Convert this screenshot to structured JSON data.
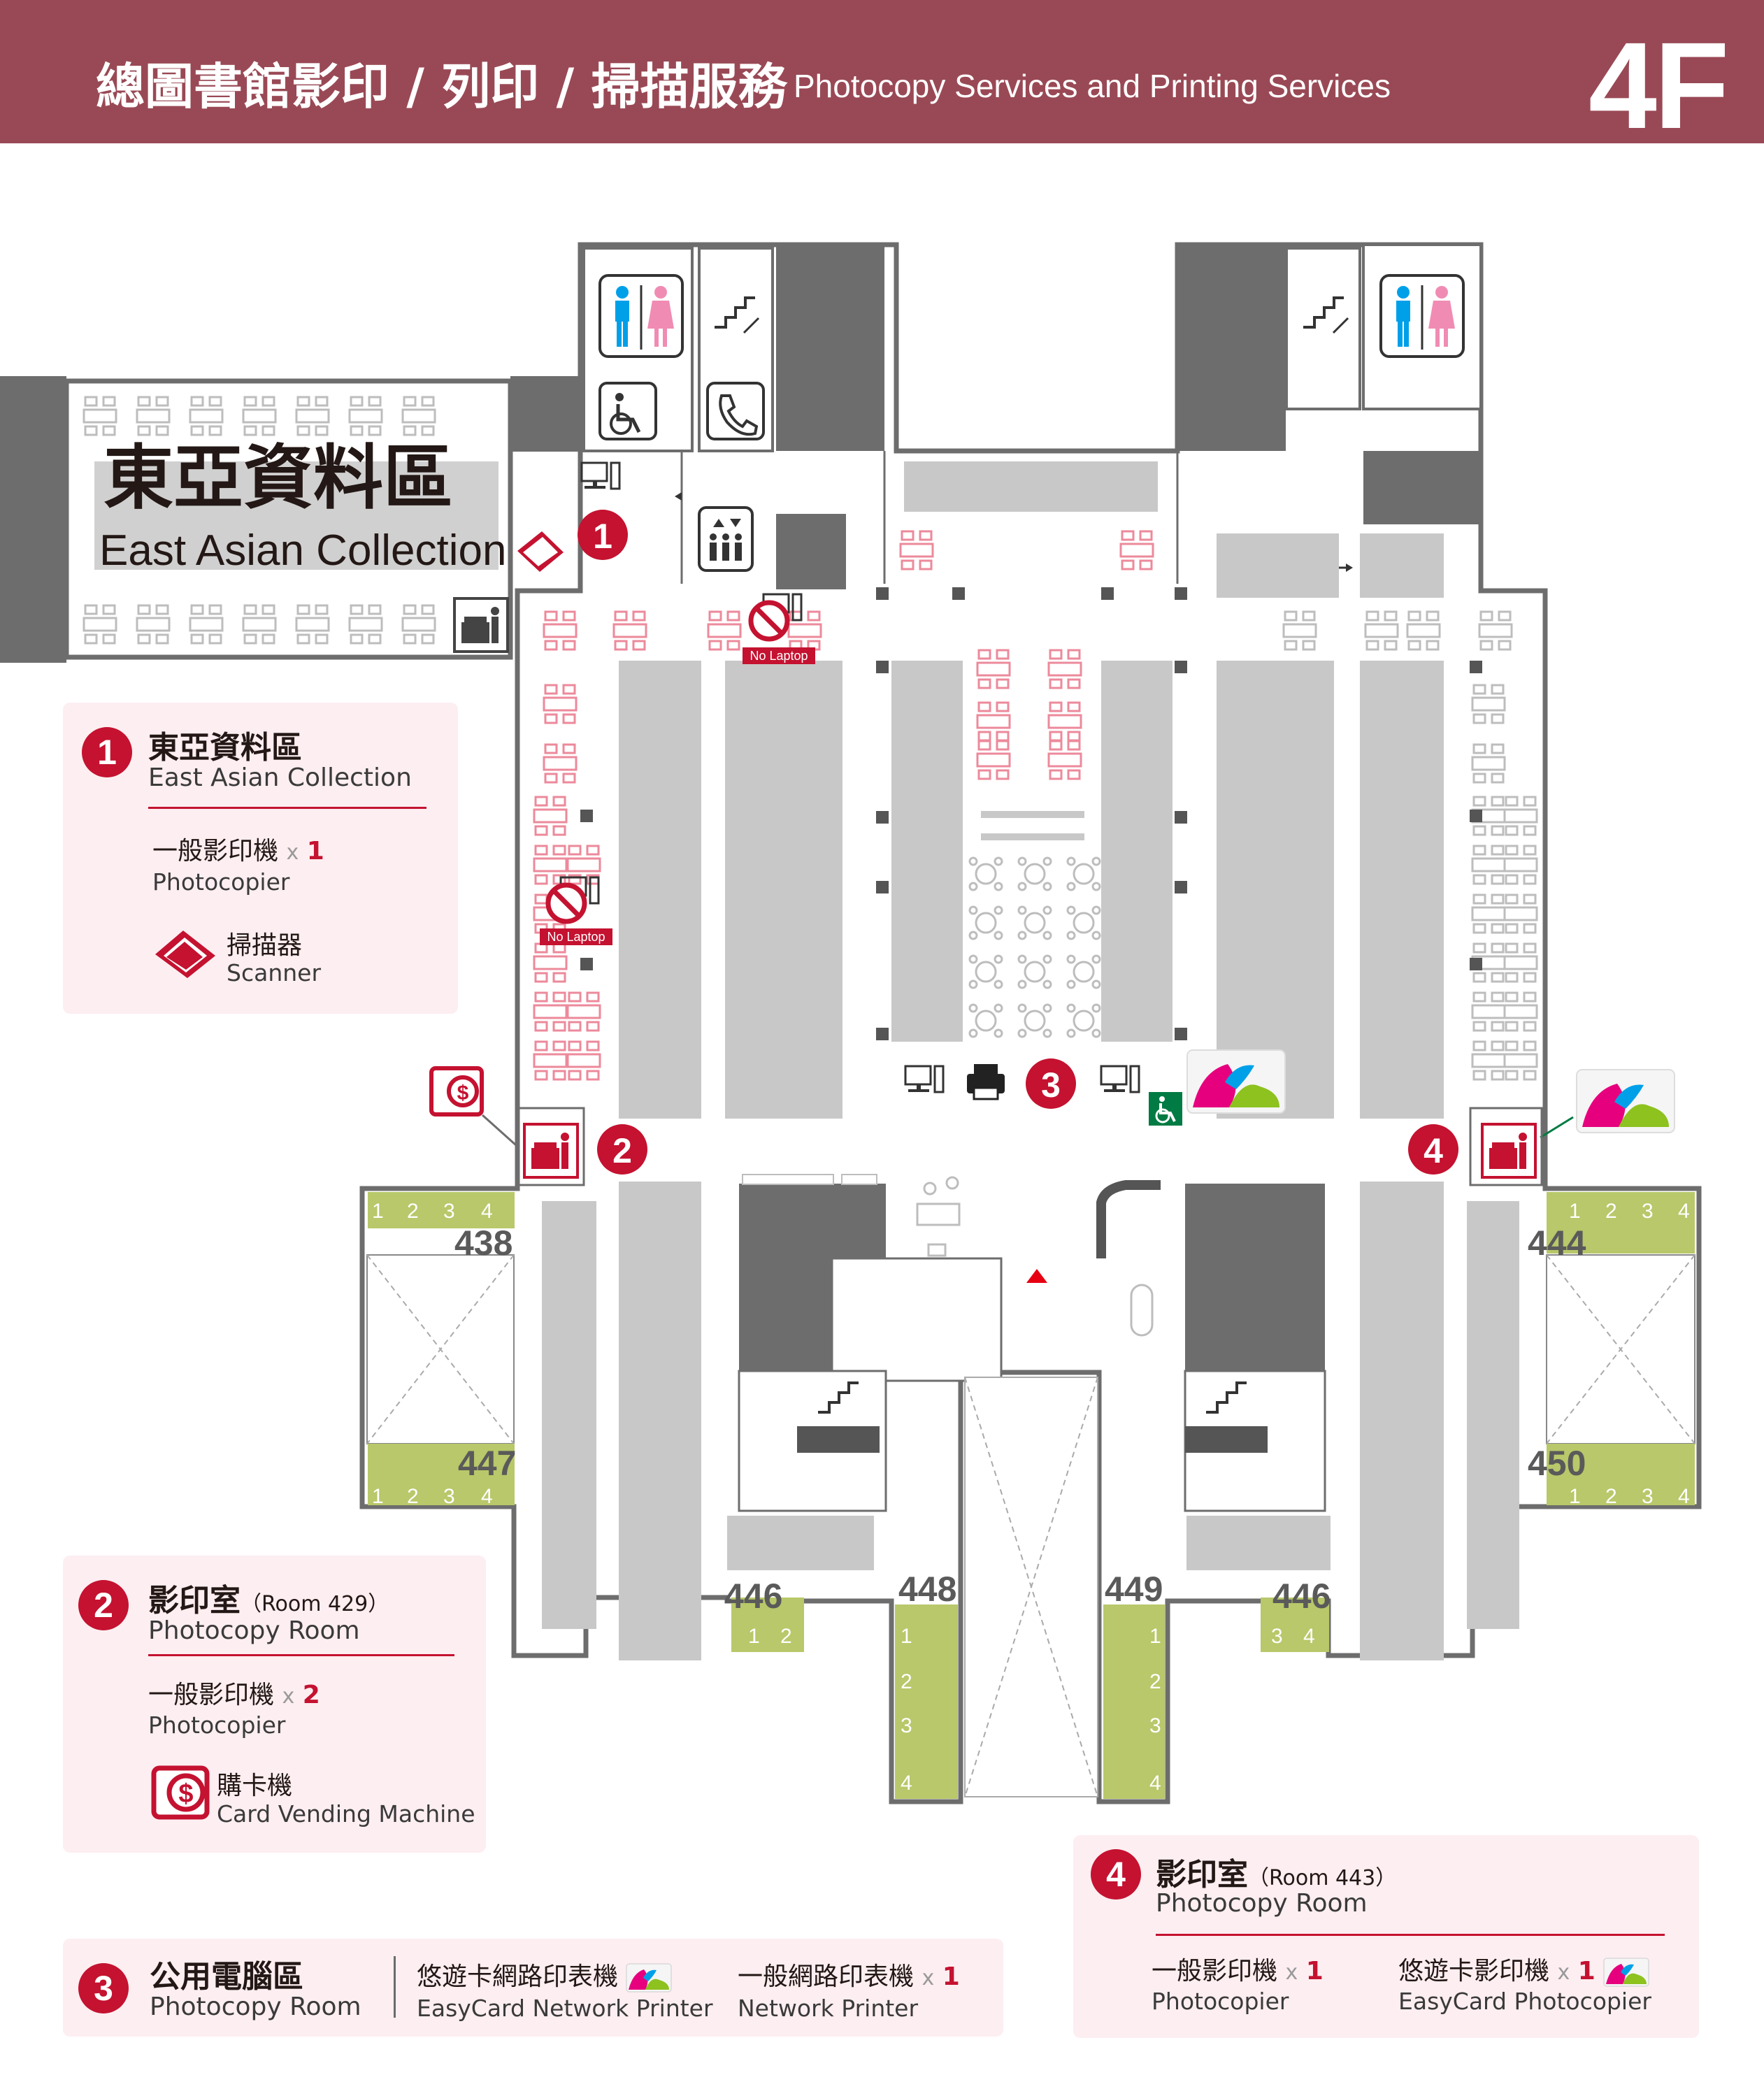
{
  "header": {
    "title": "總圖書館影印 / 列印 / 掃描服務",
    "subtitle": "Photocopy Services and Printing Services",
    "floor": "4F"
  },
  "colors": {
    "header_bg": "#994955",
    "accent_red": "#c41230",
    "panel_bg": "#fdeef1",
    "wall": "#6d6d6d",
    "shelf": "#c8c8c8",
    "locker": "#b8c86a",
    "seat_pink": "#ec8a9b"
  },
  "map": {
    "east_asian_zh": "東亞資料區",
    "east_asian_en": "East Asian Collection",
    "no_laptop": "No Laptop",
    "markers": [
      "1",
      "2",
      "3",
      "4"
    ],
    "rooms": [
      "438",
      "447",
      "444",
      "450",
      "446",
      "448",
      "449",
      "446"
    ],
    "locker_numbers": [
      "1",
      "2",
      "3",
      "4"
    ]
  },
  "legend": {
    "p1": {
      "num": "1",
      "title_zh": "東亞資料區",
      "title_en": "East Asian Collection",
      "item1_zh": "一般影印機",
      "item1_qty_x": "x",
      "item1_qty": "1",
      "item1_en": "Photocopier",
      "item2_zh": "掃描器",
      "item2_en": "Scanner"
    },
    "p2": {
      "num": "2",
      "title_zh": "影印室",
      "room": "（Room 429）",
      "title_en": "Photocopy Room",
      "item1_zh": "一般影印機",
      "item1_qty_x": "x",
      "item1_qty": "2",
      "item1_en": "Photocopier",
      "item2_zh": "購卡機",
      "item2_en": "Card Vending Machine"
    },
    "p3": {
      "num": "3",
      "title_zh": "公用電腦區",
      "title_en": "Photocopy Room",
      "item1_zh": "悠遊卡網路印表機",
      "item1_en": "EasyCard Network Printer",
      "item2_zh": "一般網路印表機",
      "item2_qty_x": "x",
      "item2_qty": "1",
      "item2_en": "Network Printer"
    },
    "p4": {
      "num": "4",
      "title_zh": "影印室",
      "room": "（Room 443）",
      "title_en": "Photocopy Room",
      "item1_zh": "一般影印機",
      "item1_qty_x": "x",
      "item1_qty": "1",
      "item1_en": "Photocopier",
      "item2_zh": "悠遊卡影印機",
      "item2_qty_x": "x",
      "item2_qty": "1",
      "item2_en": "EasyCard Photocopier"
    }
  }
}
